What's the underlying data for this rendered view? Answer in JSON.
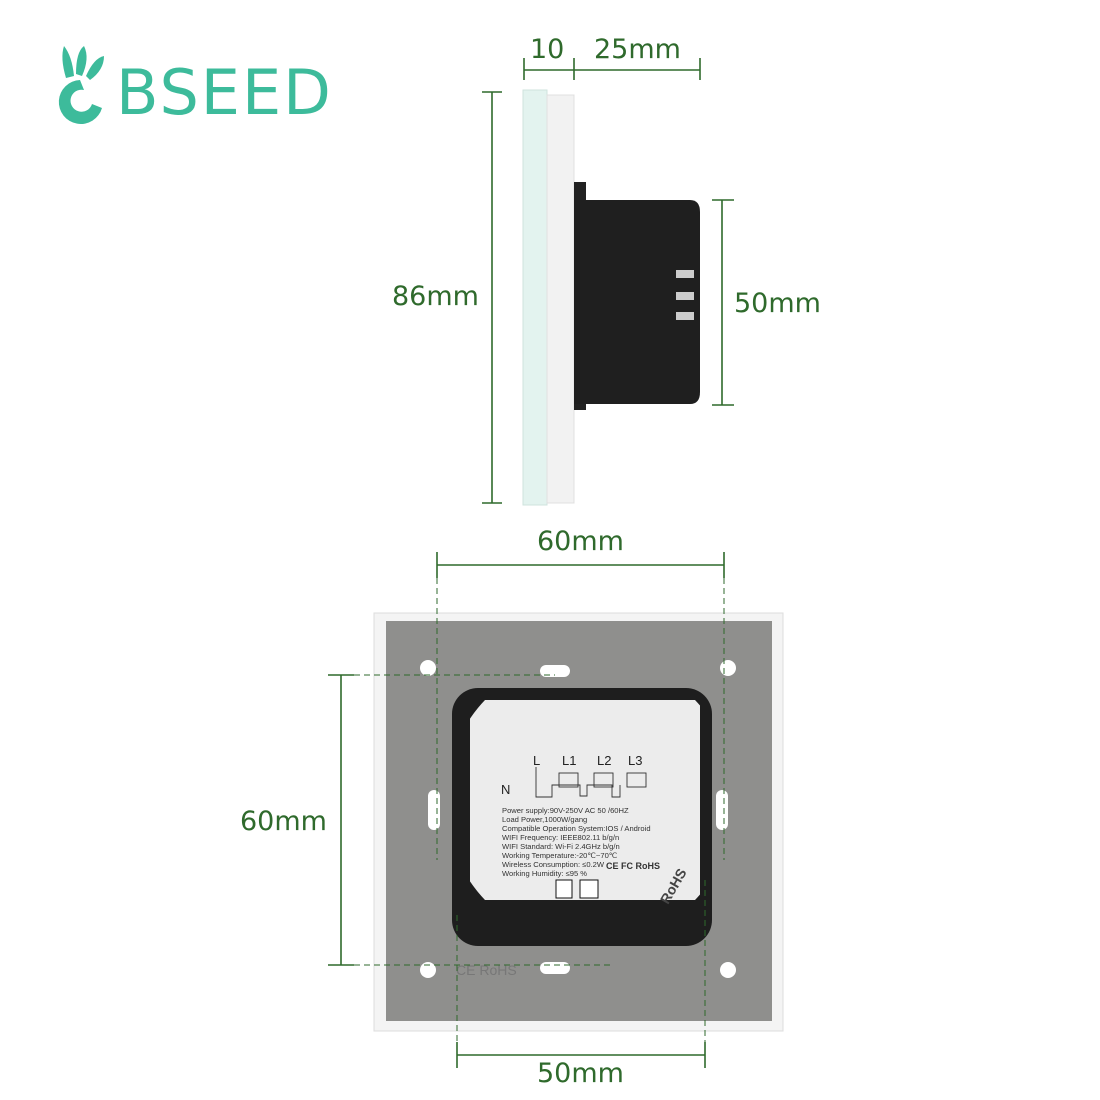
{
  "brand": {
    "logo_text": "BSEED",
    "color": "#3dbb9b"
  },
  "dimension_color": "#2f6a2c",
  "side_view": {
    "plate_thickness": "10",
    "depth": "25mm",
    "height": "86mm",
    "module_height": "50mm"
  },
  "back_view": {
    "width": "60mm",
    "hole_spacing_vertical": "60mm",
    "hole_spacing_horizontal": "50mm"
  },
  "module_label": {
    "terminals": [
      "L",
      "L1",
      "L2",
      "L3"
    ],
    "neutral": "N",
    "specs": [
      "Power supply:90V-250V AC  50 /60HZ",
      "Load Power,1000W/gang",
      "Compatible Operation System:IOS / Android",
      "WIFI Frequency: IEEE802.11 b/g/n",
      "WIFI Standard: Wi-Fi 2.4GHz b/g/n",
      "Working Temperature:-20℃~70℃",
      "Wireless Consumption: ≤0.2W",
      "Working Humidity: ≤95 %"
    ],
    "certifications": "CE FC RoHS",
    "side_marks": "RoHS",
    "plate_mark": "CE RoHS"
  }
}
